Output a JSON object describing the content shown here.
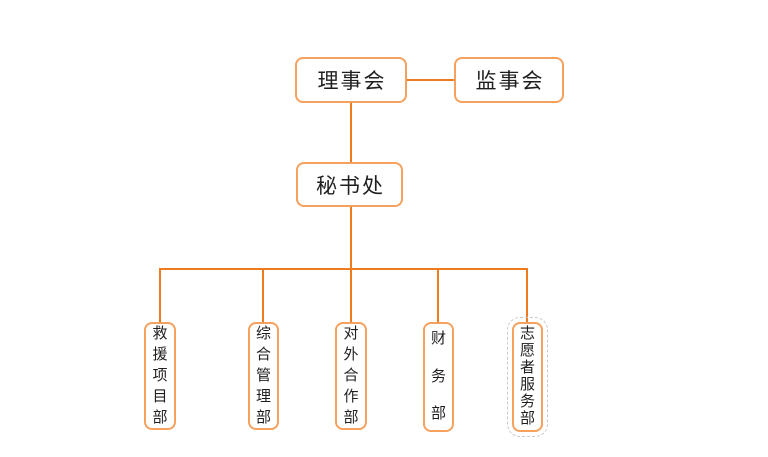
{
  "chart_title": "",
  "colors": {
    "connector": "#ee7b1e",
    "box-border": "#f6a15e",
    "text": "#1f1f1f",
    "selection": "#c9c9c9",
    "canvas": "#ffffff"
  },
  "nodes": {
    "board": {
      "label": "理事会"
    },
    "supervisors": {
      "label": "监事会"
    },
    "secretariat": {
      "label": "秘书处"
    },
    "departments": [
      {
        "label": "救援项目部"
      },
      {
        "label": "综合管理部"
      },
      {
        "label": "对外合作部"
      },
      {
        "label": "财务部"
      },
      {
        "label": "志愿者服务部"
      }
    ]
  }
}
